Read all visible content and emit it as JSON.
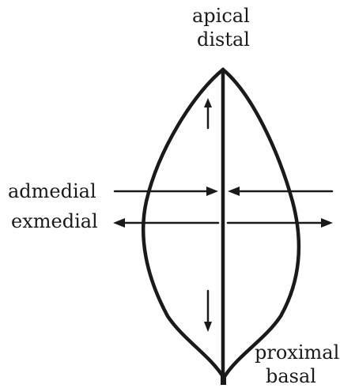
{
  "labels": {
    "apical": "apical",
    "distal": "distal",
    "admedial": "admedial",
    "exmedial": "exmedial",
    "proximal": "proximal",
    "basal": "basal"
  },
  "colors": {
    "ink": "#1a1a1a",
    "background": "#ffffff"
  }
}
